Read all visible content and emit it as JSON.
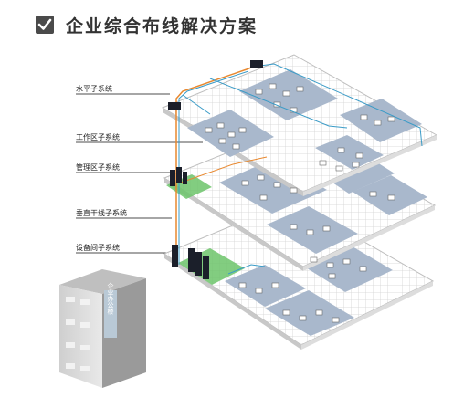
{
  "header": {
    "title": "企业综合布线解决方案",
    "icon": "check-square-icon"
  },
  "labels": {
    "horizontal": "水平子系统",
    "work_area": "工作区子系统",
    "management": "管理区子系统",
    "vertical": "垂直干线子系统",
    "equipment": "设备间子系统"
  },
  "building": {
    "sign": "企业办公楼"
  },
  "colors": {
    "floor_grid": "#d7d7d7",
    "office_zone": "#a9b8cc",
    "green_zone": "#5cb85c",
    "orange_cable": "#e8882f",
    "blue_cable": "#3a9bc7"
  }
}
